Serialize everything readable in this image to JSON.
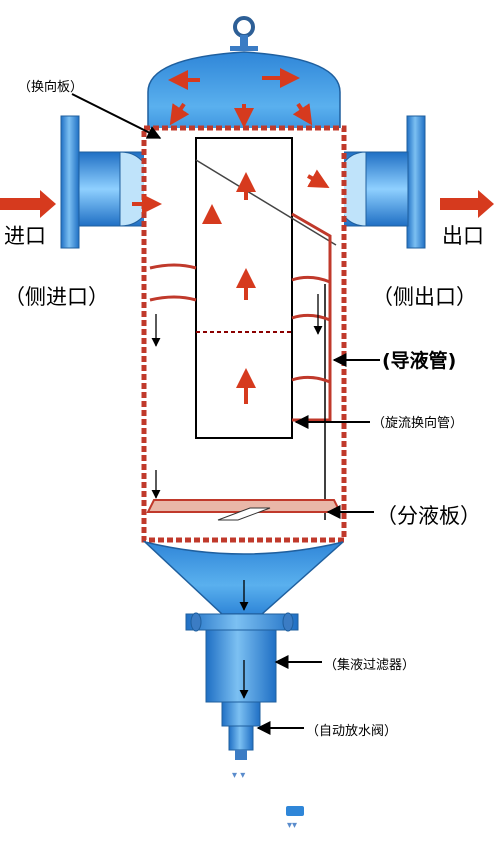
{
  "labels": {
    "reversing_plate": "（换向板）",
    "inlet": "进口",
    "outlet": "出口",
    "side_inlet": "（侧进口）",
    "side_outlet": "（侧出口）",
    "liquid_guide_tube": "(导液管)",
    "swirl_reversing_tube": "（旋流换向管）",
    "liquid_distribution_plate": "（分液板）",
    "liquid_collection_filter": "（集液过滤器）",
    "auto_drain_valve": "（自动放水阀）"
  },
  "colors": {
    "vessel_blue": "#2f86d8",
    "vessel_blue_light": "#7cc0f2",
    "shell_red": "#c0392b",
    "flow_arrow": "#d63a1e"
  }
}
